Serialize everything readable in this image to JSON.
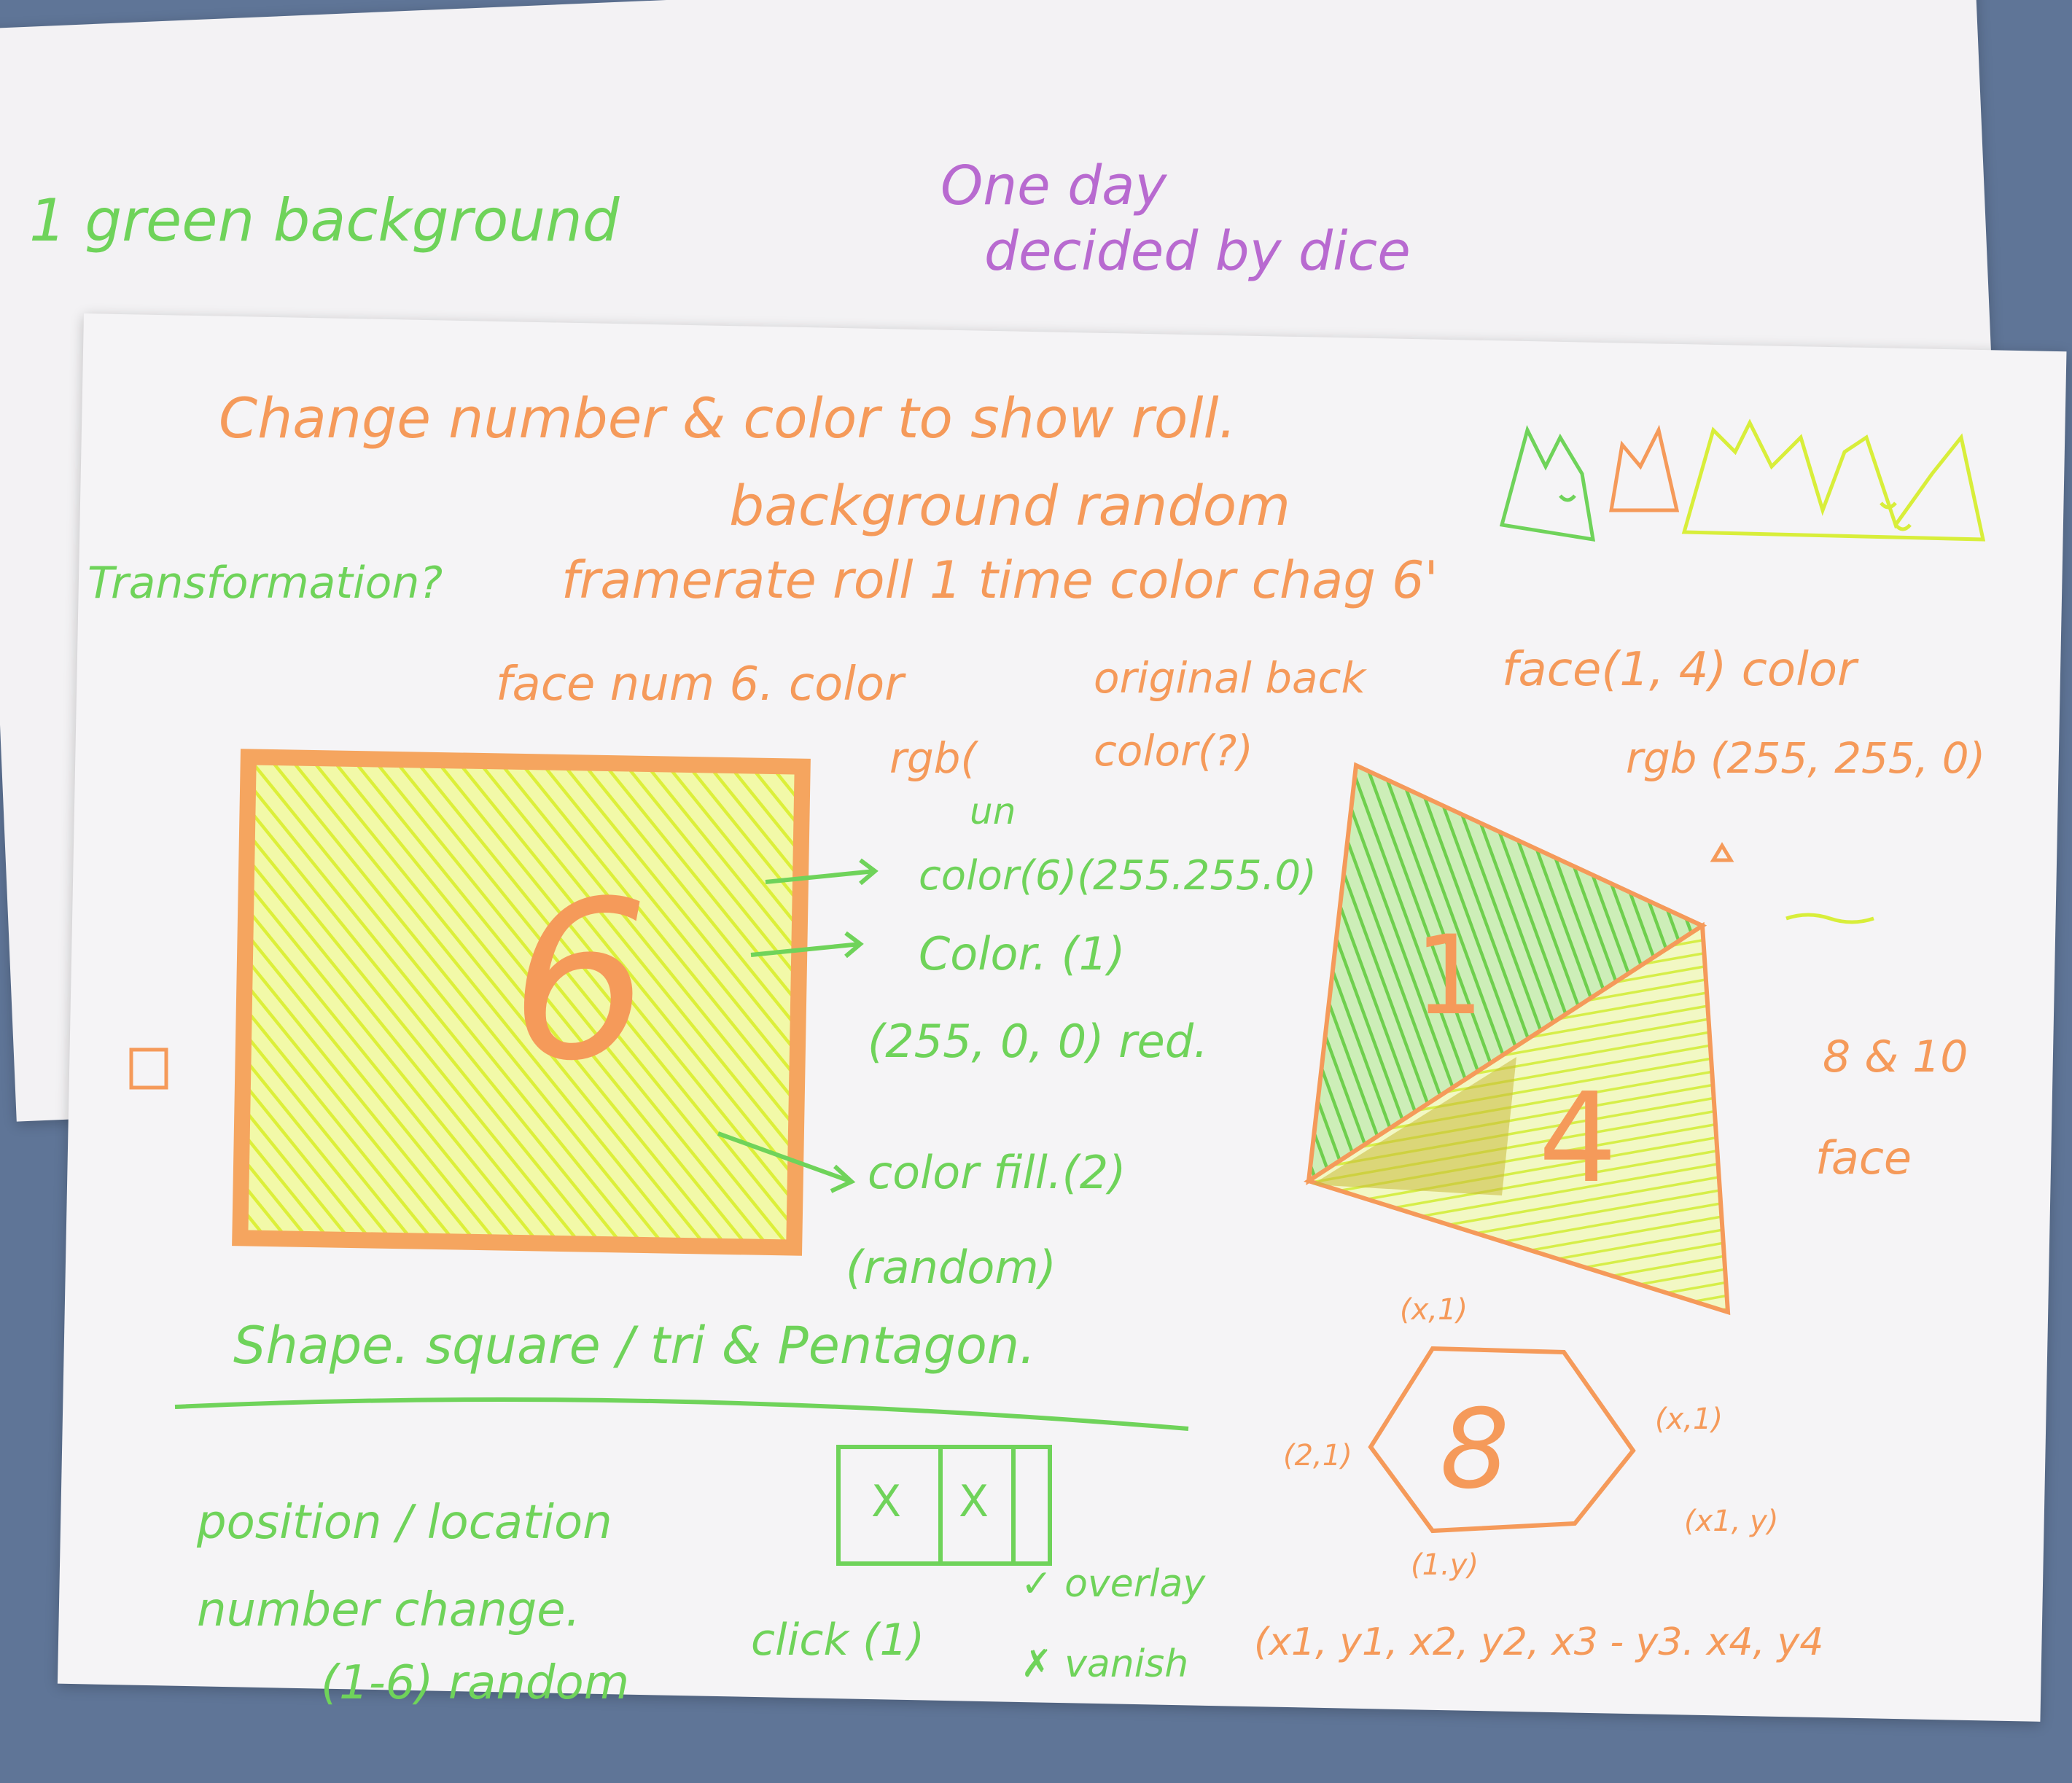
{
  "back_page": {
    "label_1": "1  green background",
    "note_line1": "One day",
    "note_line2": "decided by dice"
  },
  "front_page": {
    "title_line1": "Change number & color to show roll.",
    "title_line2": "background random",
    "transformation": "Transformation?",
    "framerate": "framerate roll 1 time color chag 6'",
    "face_num": "face num 6. color",
    "original_back": "original back",
    "face_color": "face(1, 4) color",
    "rgb_open": "rgb(",
    "color_q": "color(?)",
    "un": "un",
    "rgb_yellow": "rgb (255, 255, 0)",
    "die6_number": "6",
    "annot_color6": "color(6)(255.255.0)",
    "annot_color1": "Color. (1)",
    "annot_red": "(255, 0, 0) red.",
    "annot_fill": "color fill.(2)",
    "annot_random": "(random)",
    "tri_number_top": "1",
    "tri_number_bottom": "4",
    "num_8_10": "8 & 10",
    "face_word": "face",
    "hex_number": "8",
    "hex_top": "(x,1)",
    "hex_left": "(2,1)",
    "hex_right": "(x,1)",
    "hex_right2": "(x1, y)",
    "hex_bottom": "(1.y)",
    "shape_heading": "Shape. square / tri & Pentagon.",
    "position": "position / location",
    "grid_x1": "X",
    "grid_x2": "X",
    "number_change": "number change.",
    "range_random": "(1-6) random",
    "click": "click (1)",
    "overlay": "✓ overlay",
    "vanish": "✗ vanish",
    "coords": "(x1, y1, x2, y2, x3 - y3. x4, y4"
  },
  "colors": {
    "orange_marker": "#f59a5a",
    "green_marker": "#6fd35a",
    "yellow_highlighter": "#e6f54a",
    "purple_marker": "#b86ad0",
    "table_bg": "#5f7597"
  }
}
